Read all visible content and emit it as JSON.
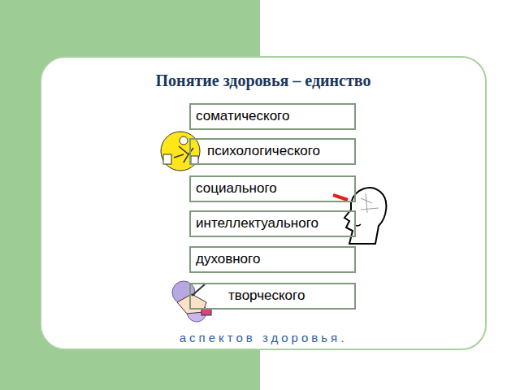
{
  "diagram": {
    "title": "Понятие здоровья – единство",
    "caption": "аспектов здоровья.",
    "nodes": [
      {
        "text": [
          "соматического"
        ]
      },
      {
        "text": [
          "психологического"
        ]
      },
      {
        "text": [
          "социального"
        ]
      },
      {
        "text": [
          "интеллектуального"
        ]
      },
      {
        "text": [
          "духовного"
        ]
      },
      {
        "text": [
          "творческого"
        ]
      }
    ]
  }
}
